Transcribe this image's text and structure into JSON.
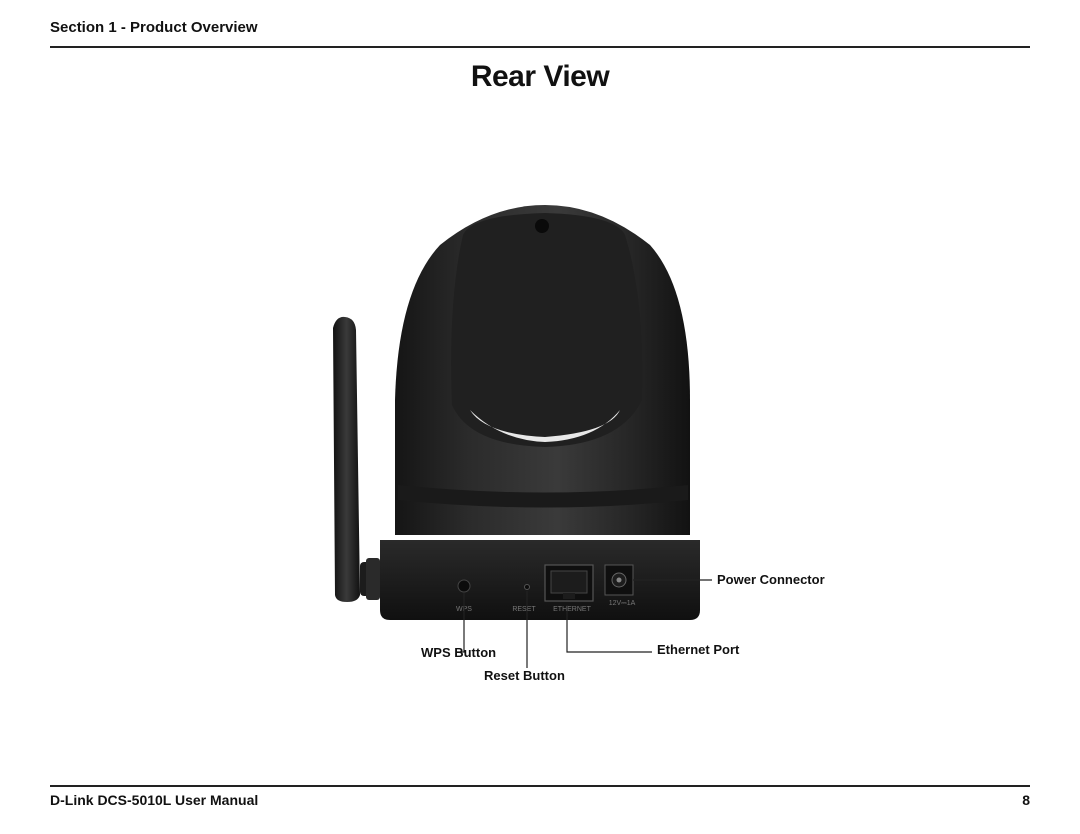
{
  "header": {
    "section": "Section 1 - Product Overview"
  },
  "page": {
    "title": "Rear View"
  },
  "figure": {
    "device_labels": {
      "wps": "WPS",
      "reset": "RESET",
      "ethernet": "ETHERNET",
      "power": "12V⎓1A"
    },
    "callouts": {
      "power_connector": "Power Connector",
      "wps_button": "WPS Button",
      "ethernet_port": "Ethernet Port",
      "reset_button": "Reset Button"
    }
  },
  "footer": {
    "manual": "D-Link DCS-5010L User Manual",
    "page_number": "8"
  }
}
